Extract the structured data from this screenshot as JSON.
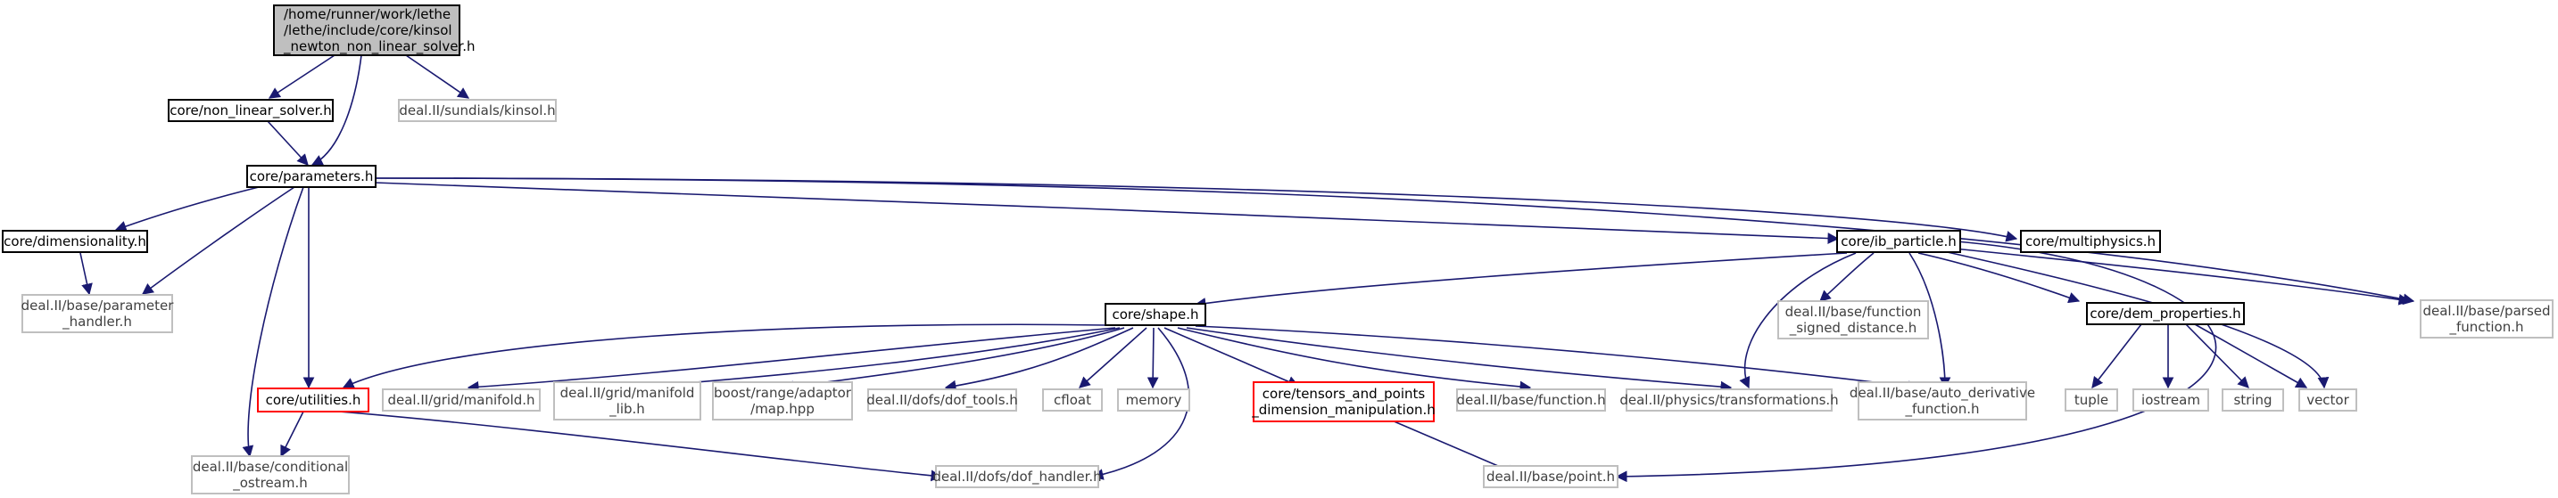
{
  "colors": {
    "edge": "#191970",
    "root_fill": "#bfbfbf",
    "system_border": "#bfbfbf",
    "truncated_border": "#ff0000"
  },
  "nodes": {
    "root": "/home/runner/work/lethe\n/lethe/include/core/kinsol\n_newton_non_linear_solver.h",
    "non_linear_solver": "core/non_linear_solver.h",
    "sundials_kinsol": "deal.II/sundials/kinsol.h",
    "parameters": "core/parameters.h",
    "dimensionality": "core/dimensionality.h",
    "ib_particle": "core/ib_particle.h",
    "multiphysics": "core/multiphysics.h",
    "parameter_handler": "deal.II/base/parameter\n_handler.h",
    "shape": "core/shape.h",
    "function_signed_distance": "deal.II/base/function\n_signed_distance.h",
    "dem_properties": "core/dem_properties.h",
    "parsed_function": "deal.II/base/parsed\n_function.h",
    "utilities": "core/utilities.h",
    "grid_manifold": "deal.II/grid/manifold.h",
    "manifold_lib": "deal.II/grid/manifold\n_lib.h",
    "adaptor_map": "boost/range/adaptor\n/map.hpp",
    "dof_tools": "deal.II/dofs/dof_tools.h",
    "cfloat": "cfloat",
    "memory": "memory",
    "tensors_and_points": "core/tensors_and_points\n_dimension_manipulation.h",
    "base_function": "deal.II/base/function.h",
    "transformations": "deal.II/physics/transformations.h",
    "auto_derivative": "deal.II/base/auto_derivative\n_function.h",
    "tuple": "tuple",
    "iostream": "iostream",
    "string": "string",
    "vector": "vector",
    "conditional_ostream": "deal.II/base/conditional\n_ostream.h",
    "dof_handler": "deal.II/dofs/dof_handler.h",
    "point": "deal.II/base/point.h"
  }
}
